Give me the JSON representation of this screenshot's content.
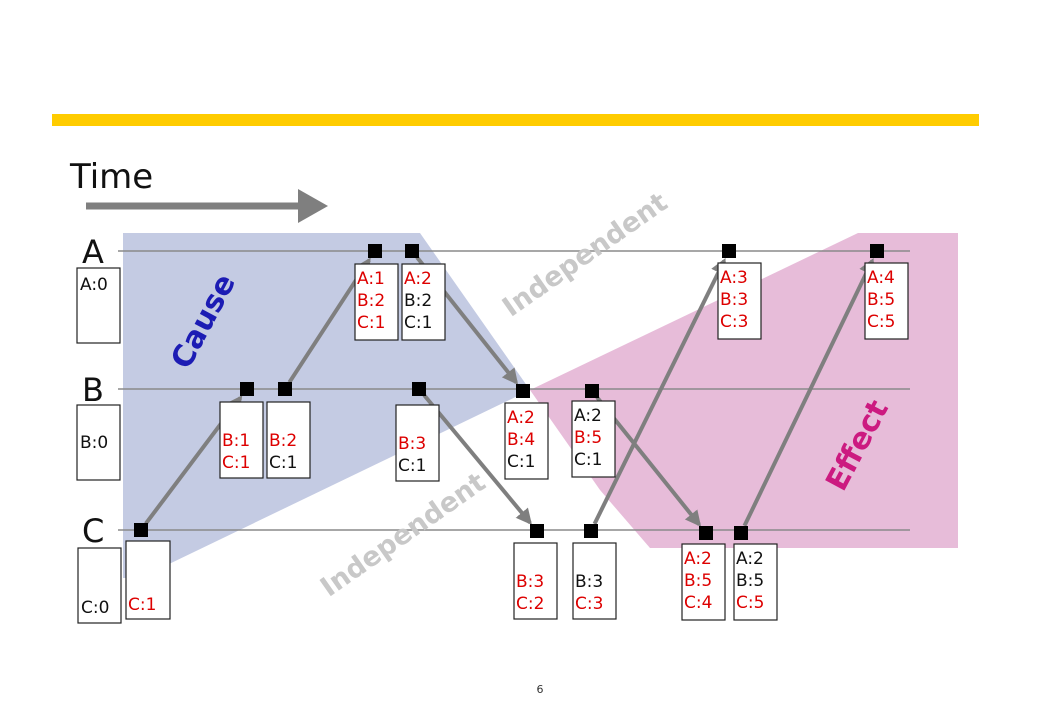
{
  "slide": {
    "time_label": "Time",
    "page_number": "6",
    "colors": {
      "accent_bar": "#ffcc00",
      "cause_region": "#c4cbe3",
      "effect_region": "#e7bcd9",
      "cause_text": "#1c1cb4",
      "effect_text": "#cc1a80",
      "watermark": "#c8c8c8",
      "highlight_text": "#dd0000",
      "arrow": "#7f7f7f"
    }
  },
  "regions": {
    "cause": "Cause",
    "effect": "Effect",
    "independent_1": "Independent",
    "independent_2": "Independent"
  },
  "processes": [
    {
      "name": "A",
      "initial_clock": [
        "A:0"
      ]
    },
    {
      "name": "B",
      "initial_clock": [
        "B:0"
      ]
    },
    {
      "name": "C",
      "initial_clock": [
        "C:0"
      ]
    }
  ],
  "events": [
    {
      "id": "c1",
      "lines": [
        "C:1"
      ],
      "highlight": [
        true
      ]
    },
    {
      "id": "b1",
      "lines": [
        "B:1",
        "C:1"
      ],
      "highlight": [
        true,
        true
      ]
    },
    {
      "id": "b2",
      "lines": [
        "B:2",
        "C:1"
      ],
      "highlight": [
        true,
        false
      ]
    },
    {
      "id": "a1",
      "lines": [
        "A:1",
        "B:2",
        "C:1"
      ],
      "highlight": [
        true,
        true,
        true
      ]
    },
    {
      "id": "a2",
      "lines": [
        "A:2",
        "B:2",
        "C:1"
      ],
      "highlight": [
        true,
        false,
        false
      ]
    },
    {
      "id": "b3",
      "lines": [
        "B:3",
        "C:1"
      ],
      "highlight": [
        true,
        false
      ]
    },
    {
      "id": "b4",
      "lines": [
        "A:2",
        "B:4",
        "C:1"
      ],
      "highlight": [
        true,
        true,
        false
      ]
    },
    {
      "id": "b5",
      "lines": [
        "A:2",
        "B:5",
        "C:1"
      ],
      "highlight": [
        false,
        true,
        false
      ]
    },
    {
      "id": "c2",
      "lines": [
        "B:3",
        "C:2"
      ],
      "highlight": [
        true,
        true
      ]
    },
    {
      "id": "c3",
      "lines": [
        "B:3",
        "C:3"
      ],
      "highlight": [
        false,
        true
      ]
    },
    {
      "id": "a3",
      "lines": [
        "A:3",
        "B:3",
        "C:3"
      ],
      "highlight": [
        true,
        true,
        true
      ]
    },
    {
      "id": "c4",
      "lines": [
        "A:2",
        "B:5",
        "C:4"
      ],
      "highlight": [
        true,
        true,
        true
      ]
    },
    {
      "id": "c5",
      "lines": [
        "A:2",
        "B:5",
        "C:5"
      ],
      "highlight": [
        false,
        false,
        true
      ]
    },
    {
      "id": "a4",
      "lines": [
        "A:4",
        "B:5",
        "C:5"
      ],
      "highlight": [
        true,
        true,
        true
      ]
    }
  ],
  "messages": [
    {
      "from": "c1",
      "to": "b1"
    },
    {
      "from": "b2",
      "to": "a1"
    },
    {
      "from": "a2",
      "to": "b4"
    },
    {
      "from": "b3",
      "to": "c2"
    },
    {
      "from": "c3",
      "to": "a3"
    },
    {
      "from": "b5",
      "to": "c4"
    },
    {
      "from": "c5",
      "to": "a4"
    }
  ]
}
